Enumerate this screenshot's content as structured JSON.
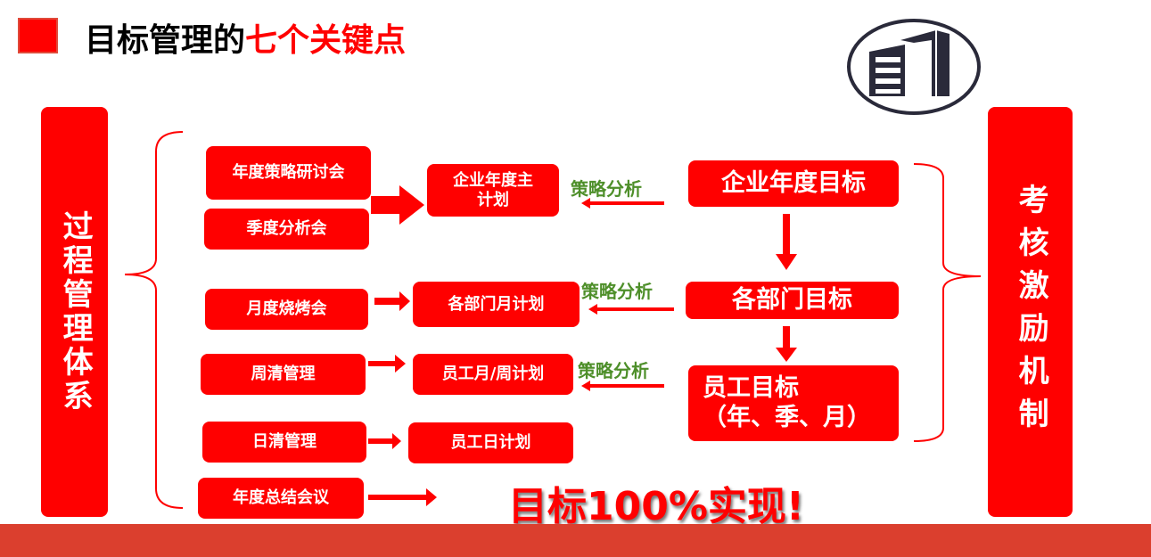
{
  "header": {
    "title_black": "目标管理的",
    "title_red": "七个关键点"
  },
  "left_panel": {
    "label": "过程管理体系"
  },
  "right_panel": {
    "label": "考核激励机制"
  },
  "meetings": [
    "年度策略研讨会",
    "季度分析会",
    "月度烧烤会",
    "周清管理",
    "日清管理",
    "年度总结会议"
  ],
  "plans": [
    "企业年度主计划",
    "各部门月计划",
    "员工月/周计划",
    "员工日计划"
  ],
  "strategy_label": "策略分析",
  "goals": [
    "企业年度目标",
    "各部门目标",
    "员工目标",
    "（年、季、月）"
  ],
  "slogan": "目标100%实现!",
  "colors": {
    "primary": "#ff0000",
    "footer": "#db3f2e",
    "green": "#4e8f2a",
    "logo": "#2a2a3a"
  },
  "icons": {
    "logo": "building-logo-icon"
  }
}
